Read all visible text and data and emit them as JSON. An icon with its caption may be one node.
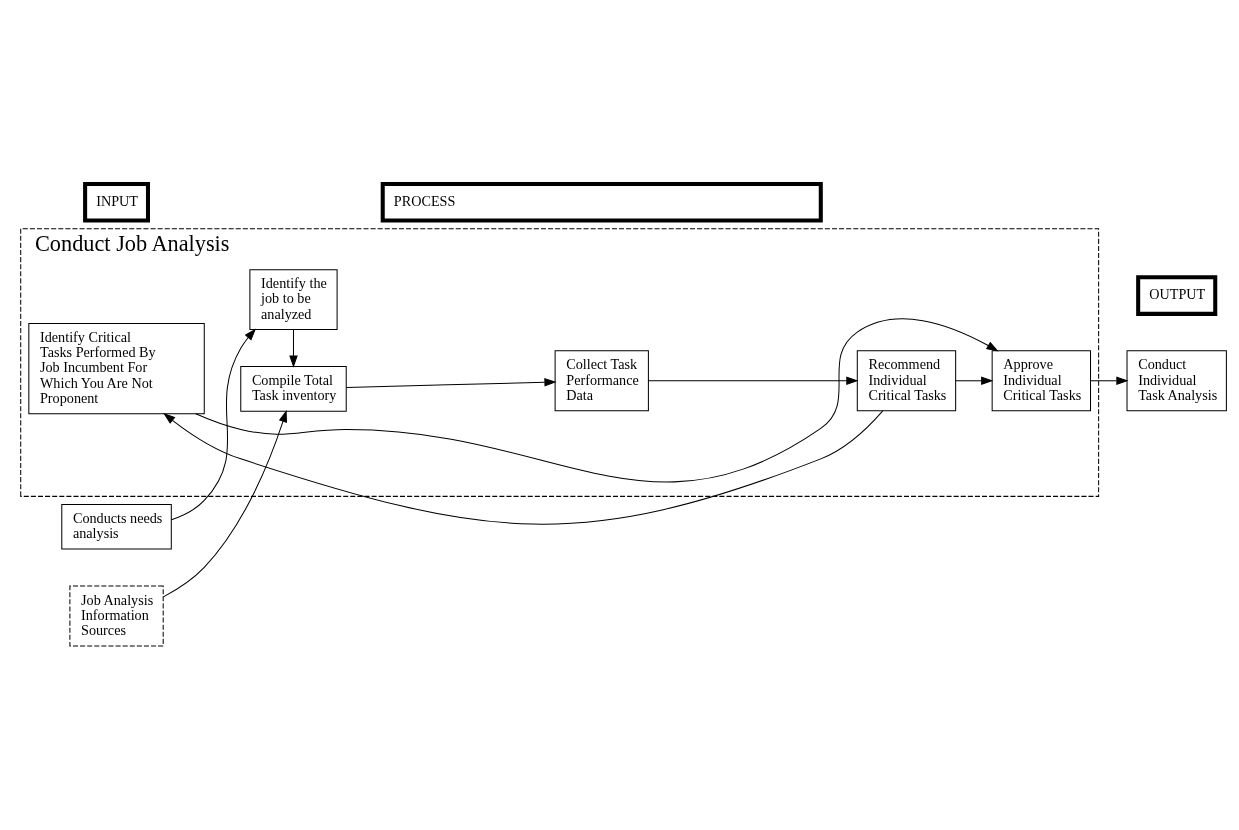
{
  "diagram": {
    "nodes": [
      {
        "text": [
          "Conduct Job Analysis"
        ]
      },
      {
        "text": [
          "Conducts needs analysis"
        ]
      },
      {
        "text": [
          "Identify the job to be analyzed"
        ],
        "in": 0
      },
      {
        "text": [
          "Job Analysis Information Sources"
        ]
      },
      {
        "text": [
          "Compile Total Task inventory"
        ],
        "in": 0
      },
      {
        "text": [
          "Collect Task Performance Data"
        ],
        "in": 0
      },
      {
        "text": [
          "Recommend Individual Critical Tasks"
        ],
        "in": 0
      },
      {
        "text": [
          "Approve Individual Critical Tasks"
        ],
        "in": 0
      },
      {
        "text": [
          "Conduct Individual Task Analysis"
        ]
      },
      {
        "text": [
          "Identify Critical Tasks Performed By Job Incumbent For Which You Are Not Proponent"
        ],
        "in": 0
      },
      {
        "text": [
          "INPUT"
        ]
      },
      {
        "text": [
          "PROCESS"
        ]
      },
      {
        "text": [
          "OUTPUT"
        ]
      }
    ],
    "edges": [
      {
        "from": 1,
        "to": 2,
        "arrow": "to"
      },
      {
        "from": 2,
        "to": 4,
        "arrow": "to"
      },
      {
        "from": 3,
        "to": 4,
        "arrow": "to"
      },
      {
        "from": 4,
        "to": 5,
        "arrow": "to"
      },
      {
        "from": 5,
        "to": 6,
        "arrow": "to"
      },
      {
        "from": 6,
        "to": 7,
        "arrow": "to"
      },
      {
        "from": 7,
        "to": 8,
        "arrow": "to"
      },
      {
        "from": 6,
        "to": 9,
        "arrow": "to"
      },
      {
        "from": 9,
        "to": 7,
        "arrow": "to"
      }
    ]
  }
}
